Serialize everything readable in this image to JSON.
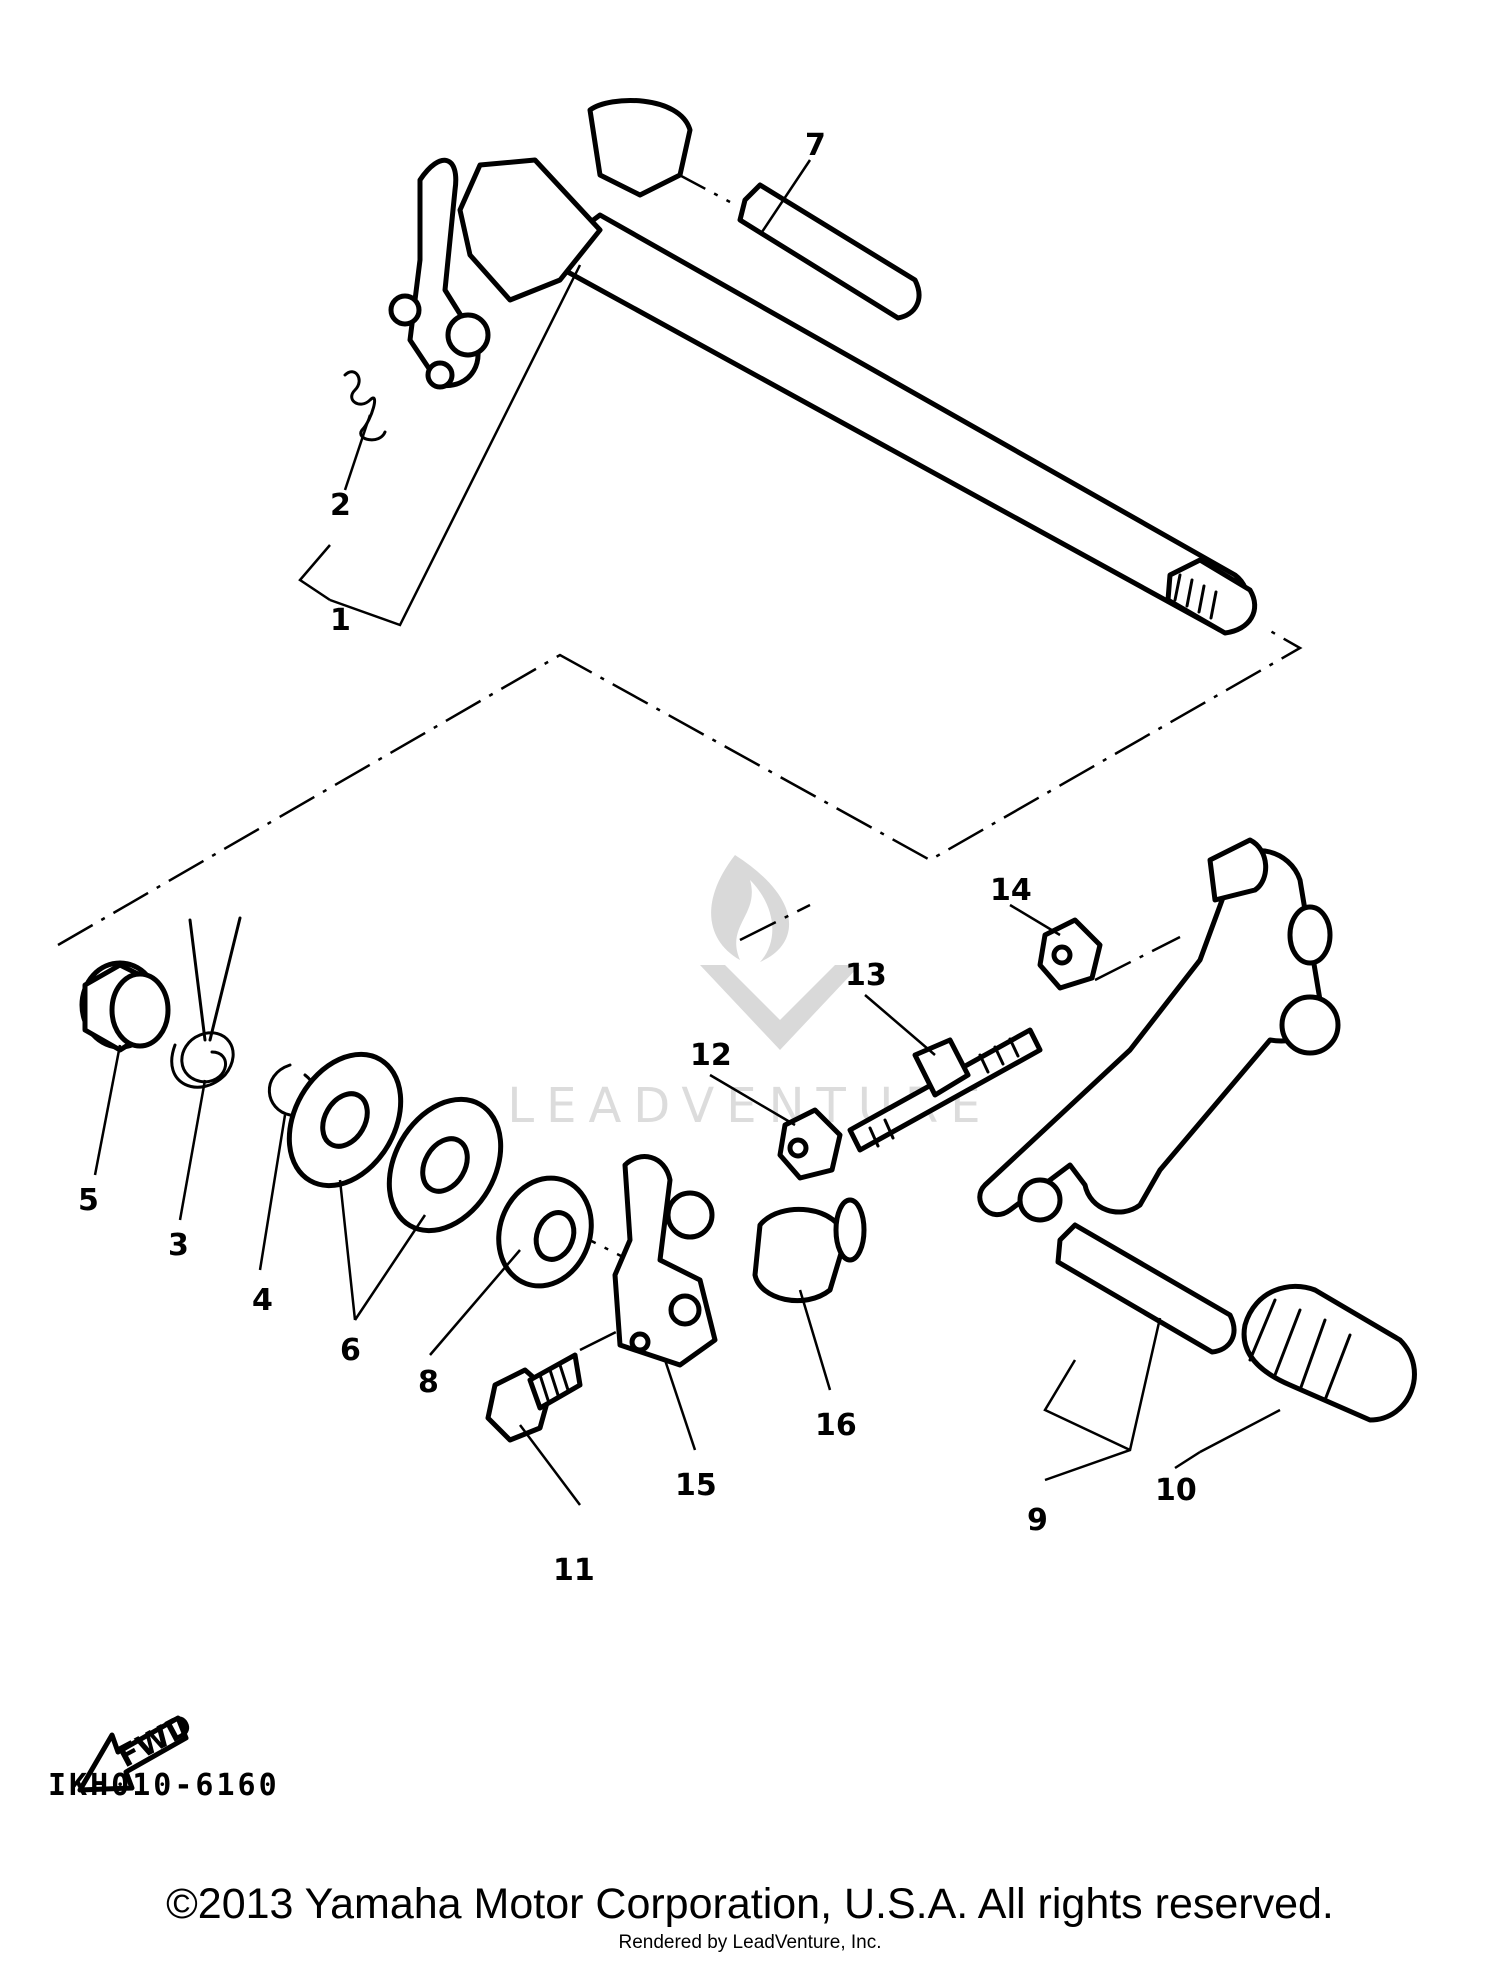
{
  "diagram": {
    "part_labels": [
      "1",
      "2",
      "3",
      "4",
      "5",
      "6",
      "7",
      "8",
      "9",
      "10",
      "11",
      "12",
      "13",
      "14",
      "15",
      "16"
    ],
    "fwd_label": "FWD",
    "diagram_code": "IKH010-6160"
  },
  "watermark": {
    "text": "LEADVENTURE",
    "icon": "leadventure-logo-icon"
  },
  "footer": {
    "copyright": "©2013 Yamaha Motor Corporation, U.S.A. All rights reserved.",
    "rendered_by": "Rendered by LeadVenture, Inc."
  }
}
